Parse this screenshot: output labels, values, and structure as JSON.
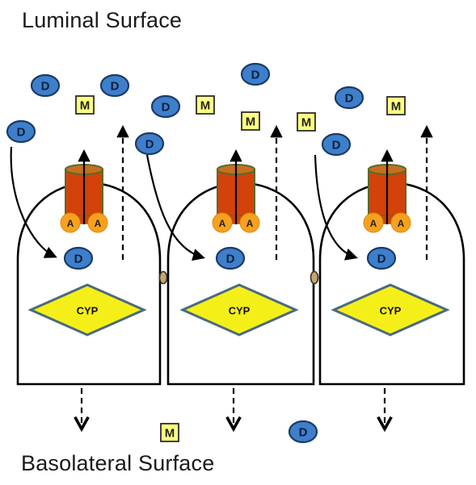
{
  "labels": {
    "luminal": "Luminal Surface",
    "basolateral": "Basolateral Surface"
  },
  "symbols": {
    "drug": "D",
    "metabolite": "M",
    "atp": "A",
    "enzyme": "CYP"
  },
  "colors": {
    "drug_fill": "#3e7fcc",
    "drug_stroke": "#1b3b66",
    "metabolite_fill": "#ffff80",
    "metabolite_stroke": "#2b2b2b",
    "enzyme_fill": "#f5ef19",
    "enzyme_stroke": "#4b6a80",
    "transporter_fill": "#d2420a",
    "transporter_stroke": "#5a6b2a",
    "atp_fill": "#f7a11c",
    "cell_stroke": "#000000",
    "junction_fill": "#c9a46b"
  },
  "icons": {
    "drug": "blue-ellipse",
    "metabolite": "yellow-square",
    "transporter": "red-cylinder",
    "atp": "orange-circle",
    "enzyme": "yellow-diamond",
    "tight_junction": "tan-oval"
  }
}
